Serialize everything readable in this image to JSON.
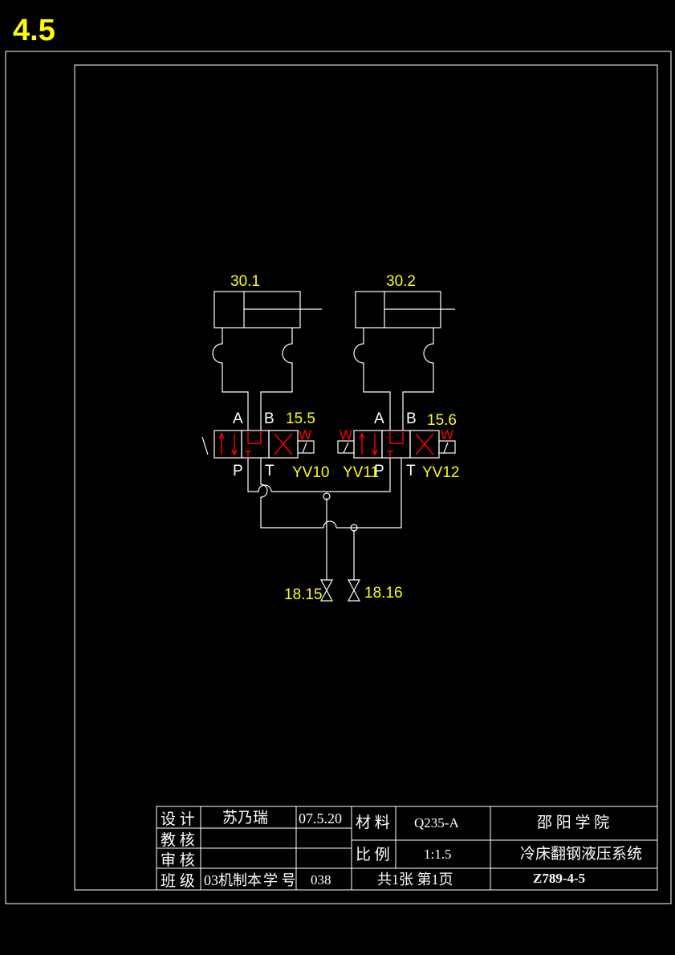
{
  "sheet": {
    "number": "4.5"
  },
  "components": {
    "cyl1": "30.1",
    "cyl2": "30.2",
    "valve1": "15.5",
    "valve2": "15.6",
    "port_a1": "A",
    "port_b1": "B",
    "port_p1": "P",
    "port_t1": "T",
    "port_a2": "A",
    "port_b2": "B",
    "port_p2": "P",
    "port_t2": "T",
    "sol1": "YV10",
    "sol2": "YV11",
    "sol3": "YV12",
    "spring1": "W",
    "spring2": "W",
    "spring3": "W",
    "src1": "18.15",
    "src2": "18.16"
  },
  "title_block": {
    "design_label": "设 计",
    "designer": "苏乃瑞",
    "date": "07.5.20",
    "check_label": "教 核",
    "review_label": "审 核",
    "class_label": "班 级",
    "class_value": "03机制本",
    "student_no_label": "学 号",
    "student_no": "038",
    "material_label": "材 料",
    "material": "Q235-A",
    "scale_label": "比 例",
    "scale": "1:1.5",
    "sheets": "共1张 第1页",
    "school": "邵 阳 学 院",
    "drawing_title": "冷床翻钢液压系统",
    "drawing_no": "Z789-4-5"
  },
  "colors": {
    "background": "#000000",
    "line": "#ffffff",
    "label_yellow": "#ffff00",
    "valve_red": "#ff0000"
  }
}
